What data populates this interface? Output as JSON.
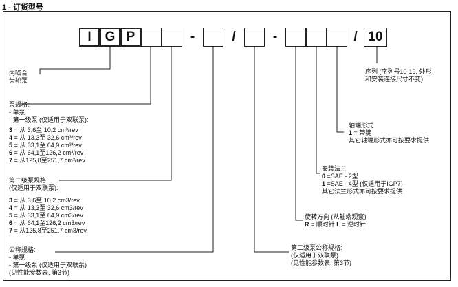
{
  "heading": "1 - 订货型号",
  "code_boxes": [
    "I",
    "G",
    "P",
    "",
    "",
    "",
    "",
    "",
    "",
    "",
    "",
    "",
    "10"
  ],
  "separators": [
    "-",
    "/",
    "-",
    "/"
  ],
  "labels": {
    "internal_gear": [
      "内啮合",
      "齿轮泵"
    ],
    "pump_spec": {
      "title": "泵规格:",
      "lines": [
        "- 单泵",
        "- 第一级泵 (仅适用于双联泵):"
      ],
      "sizes": [
        {
          "num": "3",
          "text": " = 从    3,6至  10,2 cm³/rev"
        },
        {
          "num": "4",
          "text": " = 从   13,3至  32,6 cm³/rev"
        },
        {
          "num": "5",
          "text": " = 从   33,1至  64,9 cm³/rev"
        },
        {
          "num": "6",
          "text": " = 从   64,1至126,2 cm³/rev"
        },
        {
          "num": "7",
          "text": " = 从125,8至251,7 cm³/rev"
        }
      ]
    },
    "second_pump_spec": {
      "title": "第二级泵规格",
      "lines": [
        "(仅适用于双联泵):"
      ],
      "sizes": [
        {
          "num": "3",
          "text": " = 从    3,6至  10,2 cm3/rev"
        },
        {
          "num": "4",
          "text": " = 从   13,3至  32,6 cm3/rev"
        },
        {
          "num": "5",
          "text": " = 从   33,1至 64,9 cm3/rev"
        },
        {
          "num": "6",
          "text": " = 从   64,1至126,2 cm3/rev"
        },
        {
          "num": "7",
          "text": " = 从125,8至251,7 cm3/rev"
        }
      ]
    },
    "nominal_spec": [
      "公称规格:",
      "- 单泵",
      "- 第一级泵 (仅适用于双联泵)",
      "(见性能参数表, 第3节)"
    ],
    "second_nominal_spec": [
      "第二级泵公称规格:",
      "(仅适用于双联泵)",
      "(见性能参数表, 第3节)"
    ],
    "rotation": {
      "title": "旋转方向 (从轴端观察)",
      "r_key": "R",
      "r_text": " = 顺时针      ",
      "l_key": "L",
      "l_text": " = 逆时针"
    },
    "flange": {
      "title": "安装法兰",
      "lines": [
        {
          "num": "0",
          "text": " =SAE - 2型"
        },
        {
          "num": "1",
          "text": " =SAE - 4型 (仅适用于IGP7)"
        }
      ],
      "note": "其它法兰形式亦可按要求提供"
    },
    "shaft": {
      "title": "轴端形式",
      "line": {
        "num": "1",
        "text": " = 带键"
      },
      "note": "其它轴端形式亦可按要求提供"
    },
    "series": [
      "序列 (序列号10-19, 外形",
      "和安装连接尺寸不变)"
    ]
  }
}
